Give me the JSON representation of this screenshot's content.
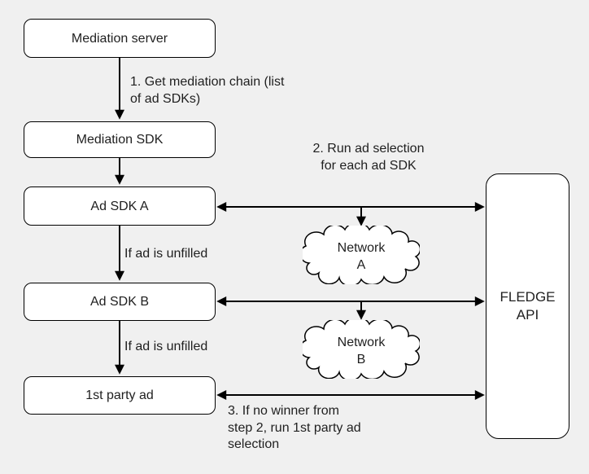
{
  "diagram": {
    "title_context": "Mediation ad selection flow",
    "colors": {
      "background": "#f0f0f0",
      "node_fill": "#ffffff",
      "stroke": "#000000",
      "text": "#1f1f1f"
    },
    "nodes": {
      "mediation_server": {
        "label": "Mediation server"
      },
      "mediation_sdk": {
        "label": "Mediation SDK"
      },
      "ad_sdk_a": {
        "label": "Ad SDK A"
      },
      "ad_sdk_b": {
        "label": "Ad SDK B"
      },
      "first_party_ad": {
        "label": "1st party ad"
      },
      "fledge_api": {
        "label": "FLEDGE\nAPI"
      },
      "network_a": {
        "label": "Network\nA"
      },
      "network_b": {
        "label": "Network\nB"
      }
    },
    "annotations": {
      "step1": "1. Get mediation chain (list\nof ad SDKs)",
      "step2": "2. Run ad selection\nfor each ad SDK",
      "unfilled_a_to_b": "If ad is unfilled",
      "unfilled_b_to_first_party": "If ad is unfilled",
      "step3": "3. If no winner from\nstep 2, run 1st party ad\nselection"
    }
  }
}
